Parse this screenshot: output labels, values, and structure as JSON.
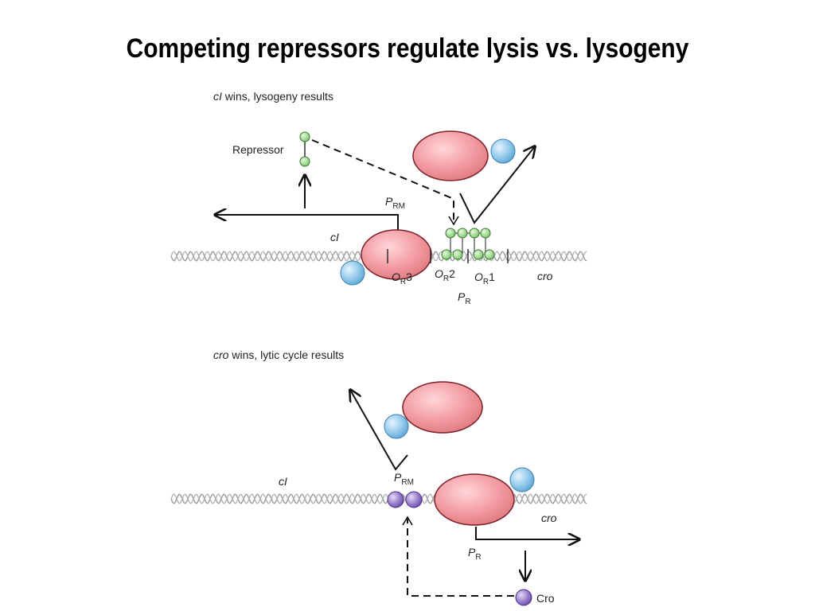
{
  "slide": {
    "title": "Competing repressors regulate lysis vs. lysogeny"
  },
  "top": {
    "caption_italic": "cI",
    "caption_rest": " wins, lysogeny results",
    "repressor_label": "Repressor",
    "ci_label": "cI",
    "cro_label": "cro",
    "prm_main": "P",
    "prm_sub": "RM",
    "pr_main": "P",
    "pr_sub": "R",
    "or3_main": "O",
    "or3_sub": "R",
    "or3_num": "3",
    "or2_main": "O",
    "or2_sub": "R",
    "or2_num": "2",
    "or1_main": "O",
    "or1_sub": "R",
    "or1_num": "1"
  },
  "bottom": {
    "caption_italic": "cro",
    "caption_rest": " wins, lytic cycle results",
    "ci_label": "cI",
    "cro_label": "cro",
    "cro_protein_label": "Cro",
    "prm_main": "P",
    "prm_sub": "RM",
    "pr_main": "P",
    "pr_sub": "R"
  },
  "colors": {
    "polymerase_fill": "#f2a0a6",
    "polymerase_stroke": "#7a1f28",
    "sigma_fill": "#8fc6e8",
    "repressor_fill": "#9fd98f",
    "cro_fill": "#9a7fcf",
    "dna": "#9a9a9a"
  }
}
